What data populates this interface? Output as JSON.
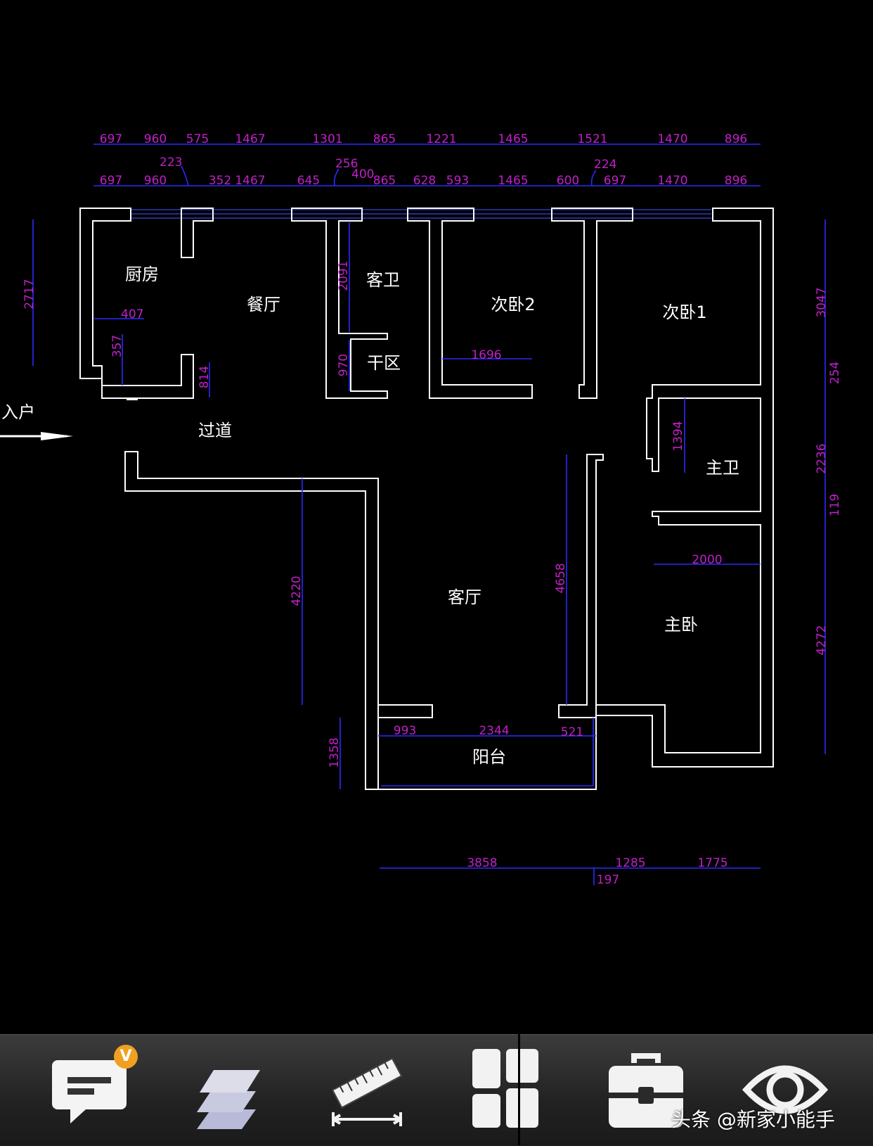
{
  "plan": {
    "rooms": {
      "kitchen": "厨房",
      "dining": "餐厅",
      "guest_bath": "客卫",
      "dry_area": "干区",
      "bedroom2": "次卧2",
      "bedroom1": "次卧1",
      "master_bath": "主卫",
      "master_bedroom": "主卧",
      "living_room": "客厅",
      "balcony": "阳台",
      "corridor": "过道",
      "entrance": "入户"
    },
    "top_row1": [
      "697",
      "960",
      "575",
      "1467",
      "1301",
      "865",
      "1221",
      "1465",
      "1521",
      "1470",
      "896"
    ],
    "top_row2": [
      "697",
      "960",
      "352",
      "1467",
      "645",
      "865",
      "628",
      "593",
      "1465",
      "600",
      "697",
      "1470",
      "896"
    ],
    "top_row2_extra": [
      "400"
    ],
    "top_callouts": [
      "223",
      "256",
      "224"
    ],
    "left_dims": [
      "2717"
    ],
    "right_dims": [
      "3047",
      "254",
      "2236",
      "119",
      "4272"
    ],
    "inner_dims": {
      "kitchen_width": "407",
      "kitchen_door": "357",
      "kitchen_wall": "814",
      "guest_bath_depth": "2091",
      "dry_area_depth": "970",
      "bedroom2_width": "1696",
      "master_bath_depth": "1394",
      "master_bed_width": "2000",
      "corridor_depth": "4220",
      "living_depth": "4658",
      "balcony_depth": "1358"
    },
    "balcony_dims": [
      "993",
      "2344",
      "521"
    ],
    "bottom_dims": [
      "3858",
      "1285",
      "1775"
    ],
    "bottom_callout": "197"
  },
  "toolbar": {
    "badge": "V",
    "buttons": [
      "comment-icon",
      "layers-icon",
      "measure-icon",
      "layout-icon",
      "toolbox-icon",
      "view-icon"
    ]
  },
  "watermark": "头条 @新家小能手"
}
